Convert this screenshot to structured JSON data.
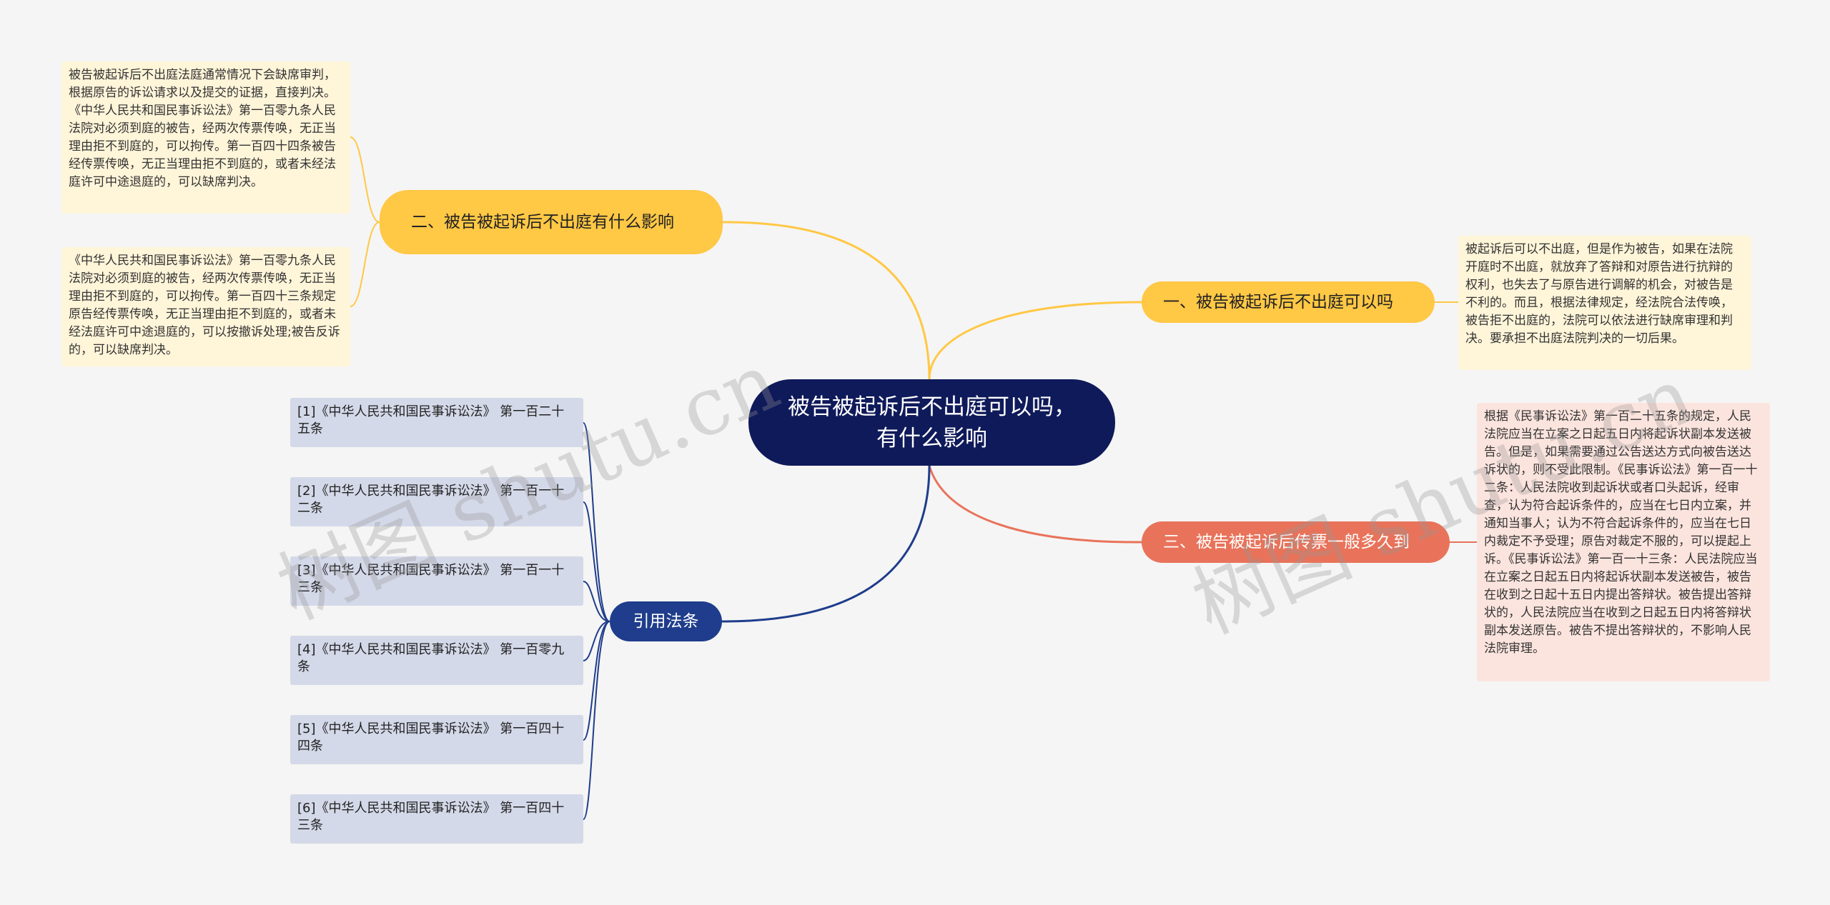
{
  "center": {
    "label": "被告被起诉后不出庭可以吗，有什么影响"
  },
  "branches": {
    "b1": {
      "label": "一、被告被起诉后不出庭可以吗"
    },
    "b2": {
      "label": "二、被告被起诉后不出庭有什么影响"
    },
    "b3": {
      "label": "三、被告被起诉后传票一般多久到"
    },
    "refs": {
      "label": "引用法条"
    }
  },
  "leaves": {
    "b1_text": "被起诉后可以不出庭，但是作为被告，如果在法院开庭时不出庭，就放弃了答辩和对原告进行抗辩的权利，也失去了与原告进行调解的机会，对被告是不利的。而且，根据法律规定，经法院合法传唤，被告拒不出庭的，法院可以依法进行缺席审理和判决。要承担不出庭法院判决的一切后果。",
    "b2_text_a": "被告被起诉后不出庭法庭通常情况下会缺席审判，根据原告的诉讼请求以及提交的证据，直接判决。《中华人民共和国民事诉讼法》第一百零九条人民法院对必须到庭的被告，经两次传票传唤，无正当理由拒不到庭的，可以拘传。第一百四十四条被告经传票传唤，无正当理由拒不到庭的，或者未经法庭许可中途退庭的，可以缺席判决。",
    "b2_text_b": "《中华人民共和国民事诉讼法》第一百零九条人民法院对必须到庭的被告，经两次传票传唤，无正当理由拒不到庭的，可以拘传。第一百四十三条规定原告经传票传唤，无正当理由拒不到庭的，或者未经法庭许可中途退庭的，可以按撤诉处理;被告反诉的，可以缺席判决。",
    "b3_text": "根据《民事诉讼法》第一百二十五条的规定，人民法院应当在立案之日起五日内将起诉状副本发送被告。但是，如果需要通过公告送达方式向被告送达诉状的，则不受此限制。《民事诉讼法》第一百一十二条：人民法院收到起诉状或者口头起诉，经审查，认为符合起诉条件的，应当在七日内立案，并通知当事人；认为不符合起诉条件的，应当在七日内裁定不予受理；原告对裁定不服的，可以提起上诉。《民事诉讼法》第一百一十三条：人民法院应当在立案之日起五日内将起诉状副本发送被告，被告在收到之日起十五日内提出答辩状。被告提出答辩状的，人民法院应当在收到之日起五日内将答辩状副本发送原告。被告不提出答辩状的，不影响人民法院审理。"
  },
  "refs": [
    "[1]《中华人民共和国民事诉讼法》 第一百二十五条",
    "[2]《中华人民共和国民事诉讼法》 第一百一十二条",
    "[3]《中华人民共和国民事诉讼法》 第一百一十三条",
    "[4]《中华人民共和国民事诉讼法》 第一百零九条",
    "[5]《中华人民共和国民事诉讼法》 第一百四十四条",
    "[6]《中华人民共和国民事诉讼法》 第一百四十三条"
  ],
  "watermark": "树图 shutu.cn",
  "colors": {
    "center": "#0f1a5a",
    "yellow_branch": "#ffc845",
    "salmon_branch": "#e8735a",
    "navy_branch": "#1f3d8c",
    "leaf_yellow": "#fff5d9",
    "leaf_pink": "#fce4de",
    "ref_box": "#d4d9e9"
  }
}
